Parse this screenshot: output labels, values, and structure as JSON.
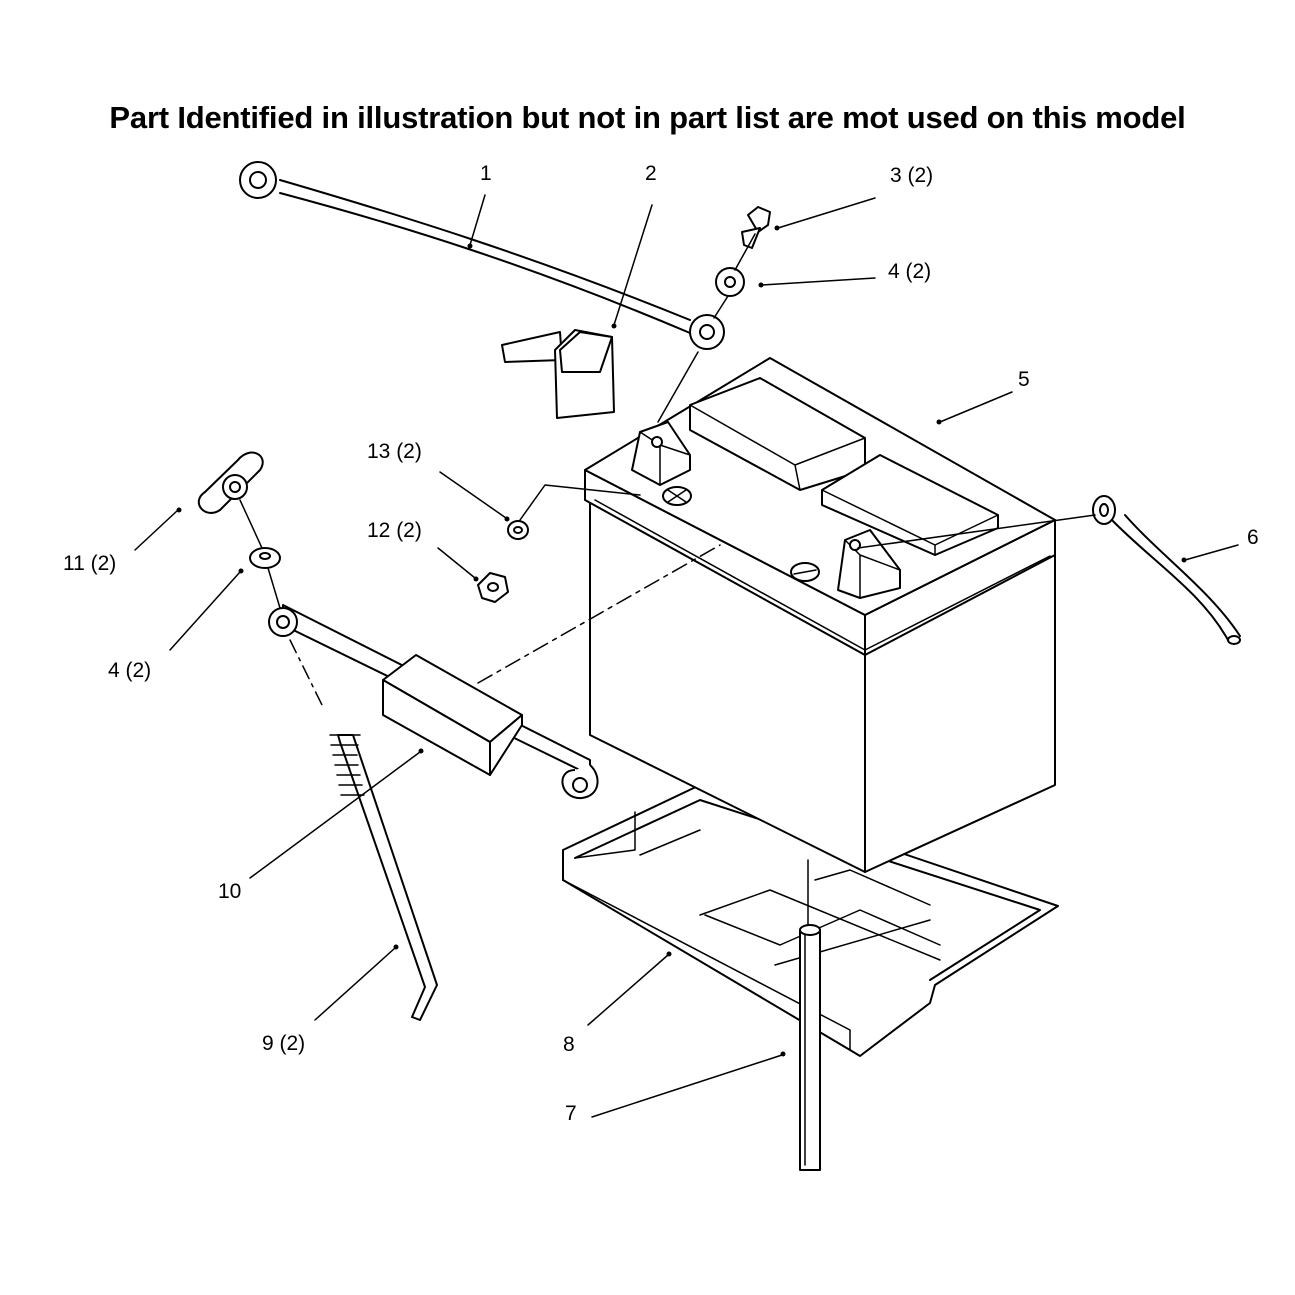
{
  "title": "Part Identified in illustration but not in part list are mot used on this model",
  "callouts": {
    "c1": "1",
    "c2": "2",
    "c3": "3 (2)",
    "c4a": "4 (2)",
    "c5": "5",
    "c6": "6",
    "c7": "7",
    "c8": "8",
    "c9": "9 (2)",
    "c10": "10",
    "c11": "11 (2)",
    "c4b": "4 (2)",
    "c12": "12 (2)",
    "c13": "13 (2)"
  }
}
